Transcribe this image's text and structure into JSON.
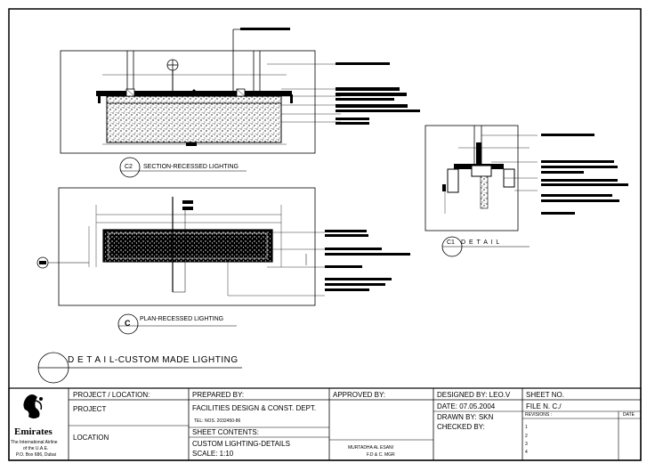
{
  "sheet_title": "D E T A I L-CUSTOM MADE LIGHTING",
  "views": {
    "c2": {
      "marker": "C2",
      "label": "SECTION-RECESSED LIGHTING"
    },
    "c": {
      "marker": "C",
      "label": "PLAN-RECESSED LIGHTING"
    },
    "c1": {
      "marker": "C1",
      "label": "D E T A I L"
    }
  },
  "title_block": {
    "project_location_label": "PROJECT / LOCATION:",
    "project_label": "PROJECT",
    "location_label": "LOCATION",
    "prepared_by_label": "PREPARED BY:",
    "prepared_by_value": "FACILITIES DESIGN & CONST. DEPT.",
    "tel": "TEL: NOS. 2032450-86",
    "sheet_contents_label": "SHEET CONTENTS:",
    "sheet_contents_value": "CUSTOM LIGHTING-DETAILS",
    "scale": "SCALE:  1:10",
    "approved_by_label": "APPROVED BY:",
    "approver_name": "MURTADHA AL ESANI",
    "approver_title": "F.D & C. MGR",
    "designed_by": "DESIGNED BY: LEO.V",
    "date": "DATE: 07.05.2004",
    "drawn_by": "DRAWN BY: SKN",
    "checked_by": "CHECKED BY:",
    "sheet_no_label": "SHEET NO.",
    "file_no": "FILE N. C./",
    "revisions_label": "REVISIONS :",
    "revisions_date_label": "DATE",
    "revisions": [
      "1",
      "2",
      "3",
      "4"
    ],
    "logo_name": "Emirates",
    "logo_tag1": "The International Airline",
    "logo_tag2": "of the U.A.E.",
    "logo_tag3": "P.O. Box 686, Dubai"
  }
}
